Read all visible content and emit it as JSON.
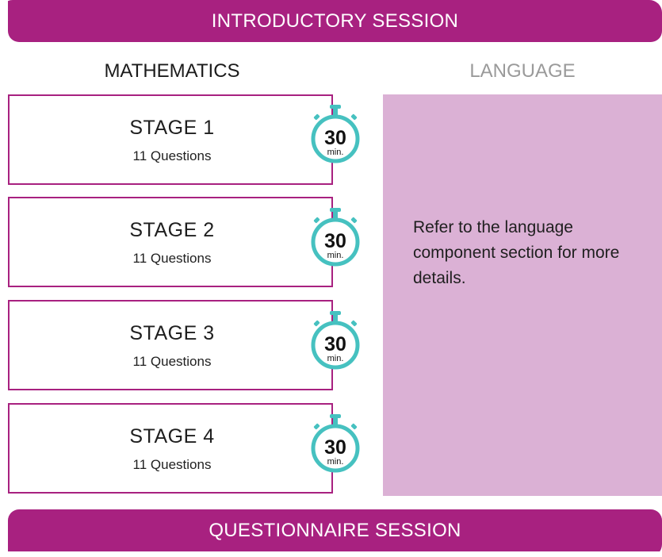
{
  "header": {
    "title": "INTRODUCTORY SESSION"
  },
  "footer": {
    "title": "QUESTIONNAIRE SESSION"
  },
  "columns": {
    "math": "MATHEMATICS",
    "language": "LANGUAGE"
  },
  "stages": [
    {
      "title": "STAGE 1",
      "subtitle": "11 Questions",
      "duration": "30",
      "unit": "min."
    },
    {
      "title": "STAGE 2",
      "subtitle": "11 Questions",
      "duration": "30",
      "unit": "min."
    },
    {
      "title": "STAGE 3",
      "subtitle": "11 Questions",
      "duration": "30",
      "unit": "min."
    },
    {
      "title": "STAGE 4",
      "subtitle": "11 Questions",
      "duration": "30",
      "unit": "min."
    }
  ],
  "language_panel": {
    "text": "Refer to the language component section for more details."
  },
  "colors": {
    "primary": "#a82180",
    "panel": "#dbb1d5",
    "timer": "#46c1c0",
    "muted": "#9a9a9a"
  },
  "icons": {
    "timer": "stopwatch-icon"
  }
}
